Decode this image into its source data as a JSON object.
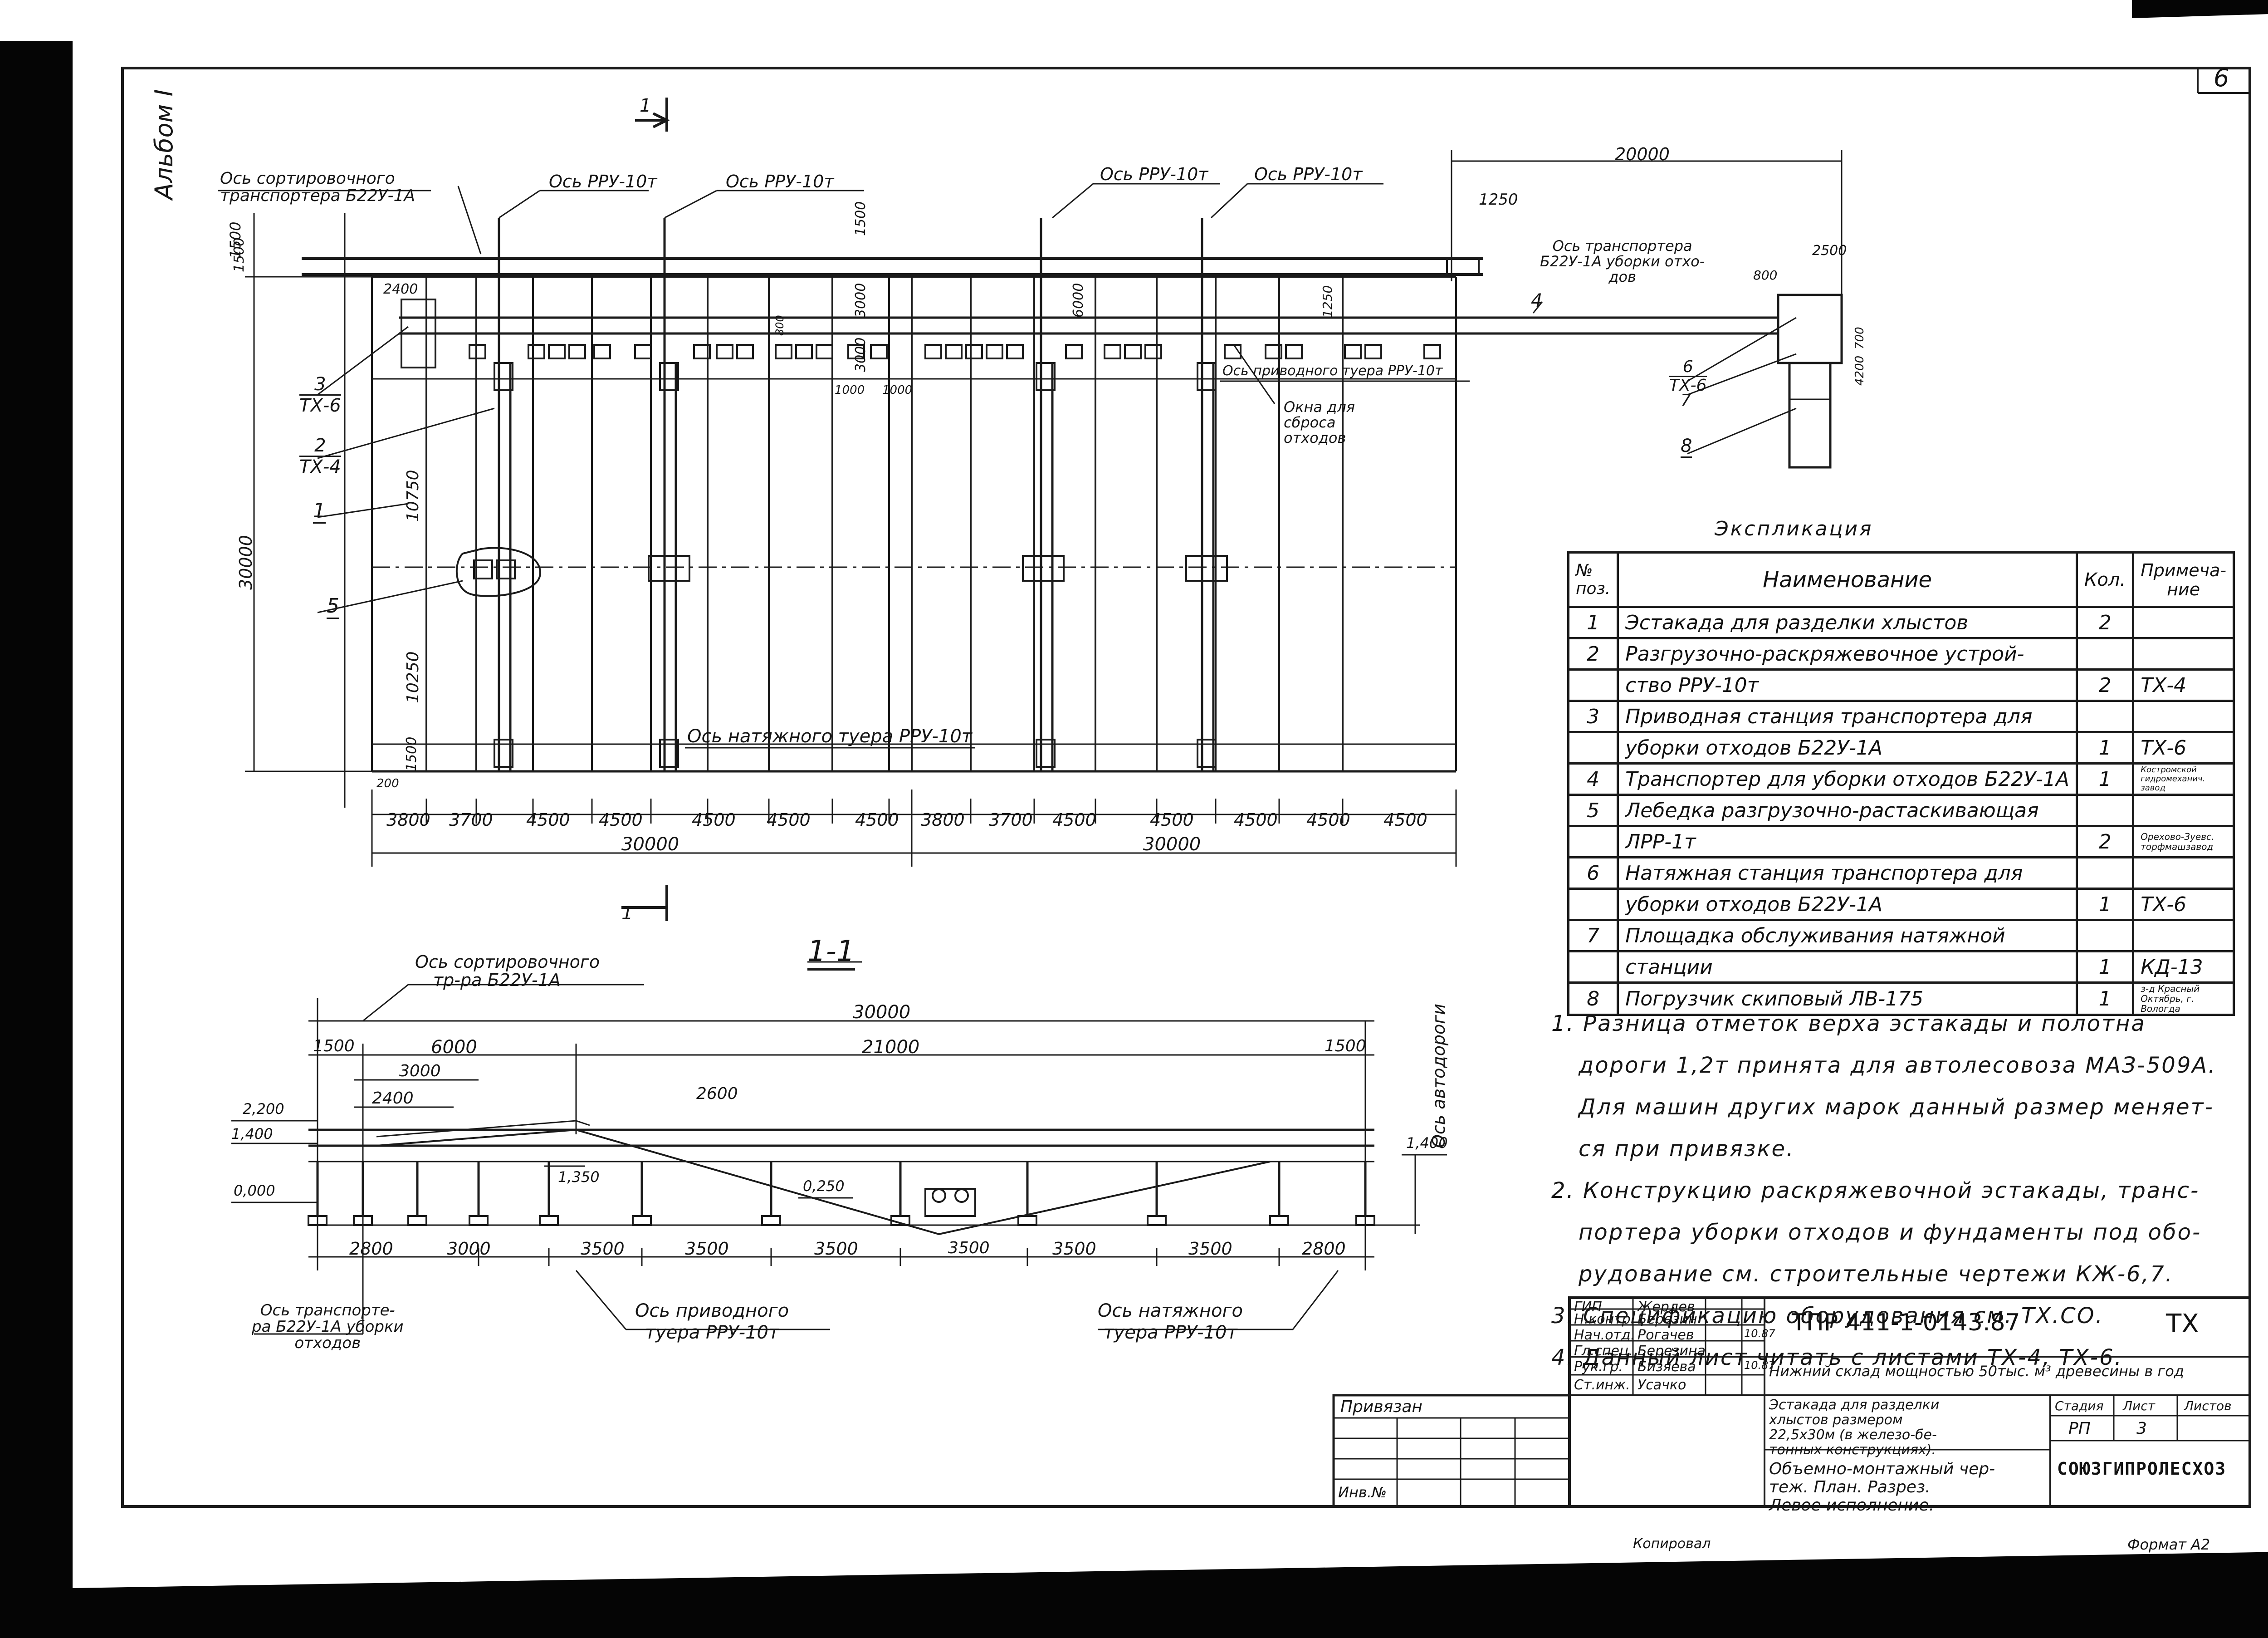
{
  "sheet": {
    "page_number": "6",
    "album_label": "Альбом I",
    "copied_label": "Копировал",
    "format_label": "Формат А2"
  },
  "plan": {
    "axis_sort_transporter": [
      "Ось сортировочного",
      "транспортера Б22У-1А"
    ],
    "axis_rru_1": "Ось РРУ-10т",
    "axis_rru_2": "Ось РРУ-10т",
    "axis_rru_3": "Ось РРУ-10т",
    "axis_rru_4": "Ось РРУ-10т",
    "axis_waste_transporter": [
      "Ось транспортера",
      "Б22У-1А уборки отхо-",
      "дов"
    ],
    "axis_drive_tuer": "Ось приводного туера РРУ-10т",
    "waste_windows": [
      "Окна для",
      "сброса",
      "отходов"
    ],
    "axis_tension_tuer": "Ось натяжного туера РРУ-10т",
    "dims_top": [
      "20000",
      "1250",
      "1500",
      "1500",
      "3000",
      "6000",
      "1250",
      "3000",
      "2400",
      "800",
      "1000",
      "1000",
      "2500",
      "800",
      "700",
      "4200"
    ],
    "dims_left": [
      "1500",
      "10750",
      "30000",
      "10250",
      "1500",
      "200"
    ],
    "dims_bottom": [
      "3800",
      "3700",
      "4500",
      "4500",
      "4500",
      "4500",
      "4500",
      "3800",
      "3700",
      "4500",
      "4500",
      "4500",
      "4500",
      "4500"
    ],
    "dims_total": [
      "30000",
      "30000"
    ],
    "section_mark": "1",
    "callouts": [
      {
        "num": "3",
        "sub": "ТХ-6"
      },
      {
        "num": "2",
        "sub": "ТХ-4"
      },
      {
        "num": "1",
        "sub": ""
      },
      {
        "num": "5",
        "sub": ""
      },
      {
        "num": "4",
        "sub": ""
      },
      {
        "num": "6",
        "sub": "ТХ-6"
      },
      {
        "num": "7",
        "sub": ""
      },
      {
        "num": "8",
        "sub": ""
      }
    ]
  },
  "section": {
    "title": "1-1",
    "axis_sort": [
      "Ось сортировочного",
      "тр-ра Б22У-1А"
    ],
    "axis_road": "Ось автодороги",
    "dim_total": "30000",
    "dims_top": [
      "1500",
      "6000",
      "21000",
      "1500",
      "3000",
      "2400",
      "2600"
    ],
    "levels": [
      "2,200",
      "1,400",
      "0,000",
      "1,350",
      "0,250",
      "1,400"
    ],
    "dims_bottom": [
      "2800",
      "3000",
      "3500",
      "3500",
      "3500",
      "3500",
      "3500",
      "3500",
      "2800"
    ],
    "axis_waste": [
      "Ось транспорте-",
      "ра Б22У-1А уборки",
      "отходов"
    ],
    "axis_drive": [
      "Ось приводного",
      "туера РРУ-10т"
    ],
    "axis_tension": [
      "Ось натяжного",
      "туера РРУ-10т"
    ]
  },
  "explication": {
    "title": "Экспликация",
    "headers": {
      "num": "№ поз.",
      "name": "Наименование",
      "qty": "Кол.",
      "note": "Примеча- ние"
    },
    "rows": [
      {
        "num": "1",
        "name": "Эстакада для разделки хлыстов",
        "qty": "2",
        "note": ""
      },
      {
        "num": "2",
        "name": "Разгрузочно-раскряжевочное устрой-",
        "qty": "",
        "note": ""
      },
      {
        "num": "",
        "name": "ство РРУ-10т",
        "qty": "2",
        "note": "ТХ-4"
      },
      {
        "num": "3",
        "name": "Приводная станция транспортера для",
        "qty": "",
        "note": ""
      },
      {
        "num": "",
        "name": "уборки отходов Б22У-1А",
        "qty": "1",
        "note": "ТХ-6"
      },
      {
        "num": "4",
        "name": "Транспортер для уборки отходов Б22У-1А",
        "qty": "1",
        "note": "Костромской гидромеханич. завод"
      },
      {
        "num": "5",
        "name": "Лебедка разгрузочно-растаскивающая",
        "qty": "",
        "note": ""
      },
      {
        "num": "",
        "name": "ЛРР-1т",
        "qty": "2",
        "note": "Орехово-Зуевс. торфмашзавод"
      },
      {
        "num": "6",
        "name": "Натяжная станция транспортера для",
        "qty": "",
        "note": ""
      },
      {
        "num": "",
        "name": "уборки отходов Б22У-1А",
        "qty": "1",
        "note": "ТХ-6"
      },
      {
        "num": "7",
        "name": "Площадка обслуживания натяжной",
        "qty": "",
        "note": ""
      },
      {
        "num": "",
        "name": "станции",
        "qty": "1",
        "note": "КД-13"
      },
      {
        "num": "8",
        "name": "Погрузчик скиповый ЛВ-175",
        "qty": "1",
        "note": "з-д Красный Октябрь, г. Вологда"
      }
    ]
  },
  "notes": [
    "1. Разница отметок верха эстакады и полотна",
    "дороги 1,2т принята для автолесовоза МАЗ-509А.",
    "Для машин других марок данный размер меняет-",
    "ся при привязке.",
    "2. Конструкцию раскряжевочной эстакады, транс-",
    "портера уборки отходов и фундаменты под обо-",
    "рудование см. строительные чертежи КЖ-6,7.",
    "3. Спецификацию оборудования см. ТХ.СО.",
    "4. Данный лист читать с листами ТХ-4, ТХ-6."
  ],
  "title_block": {
    "doc_code": "ТПР 411-1-0143.87",
    "mark": "ТХ",
    "roles": [
      "ГИП",
      "Н.контр.",
      "Нач.отд.",
      "Гл.спец.",
      "Рук.гр.",
      "Ст.инж."
    ],
    "names": [
      "Жердев",
      "Березин",
      "Рогачев",
      "Березина",
      "Бизяева",
      "Усачко"
    ],
    "date": "10.87",
    "object_title": "Нижний склад мощностью 50тыс. м³ древесины в год",
    "sheet_title": [
      "Эстакада для разделки",
      "хлыстов размером",
      "22,5х30м (в железо-бе-",
      "тонных конструкциях).",
      "Объемно-монтажный чер-",
      "теж. План. Разрез.",
      "Левое исполнение."
    ],
    "stage_label": "Стадия",
    "sheet_label": "Лист",
    "sheets_label": "Листов",
    "stage": "РП",
    "sheet_no": "3",
    "org": "СОЮЗГИПРОЛЕСХОЗ",
    "bound_label": "Привязан",
    "inv_label": "Инв.№"
  }
}
